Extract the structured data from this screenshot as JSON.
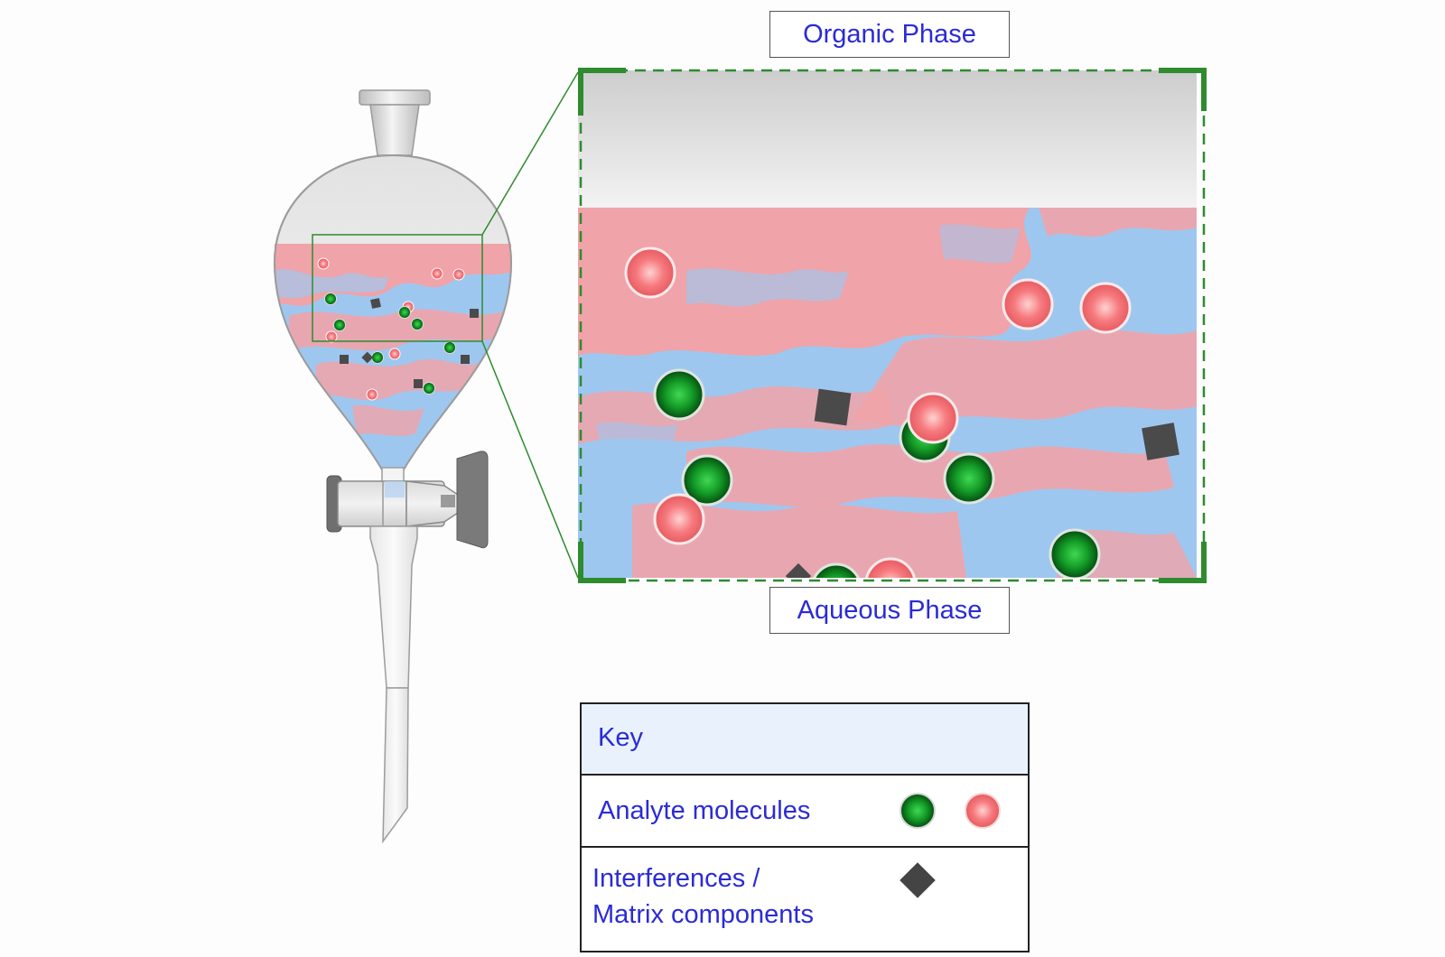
{
  "labels": {
    "organic_phase": "Organic Phase",
    "aqueous_phase": "Aqueous Phase"
  },
  "key": {
    "title": "Key",
    "analyte_label": "Analyte molecules",
    "interference_label_line1": "Interferences /",
    "interference_label_line2": "Matrix components"
  },
  "colors": {
    "label_text": "#2b2bd6",
    "aqueous": "#9ec7f0",
    "organic_mix": "#f0a3a8",
    "analyte_green": "#1f9a2e",
    "analyte_red": "#f2787c",
    "interference": "#444444",
    "zoom_frame": "#2e8b2e"
  },
  "icons": {
    "funnel": "separatory-funnel-icon",
    "analyte_green": "green-circle-icon",
    "analyte_red": "red-circle-icon",
    "interference": "dark-square-icon"
  }
}
